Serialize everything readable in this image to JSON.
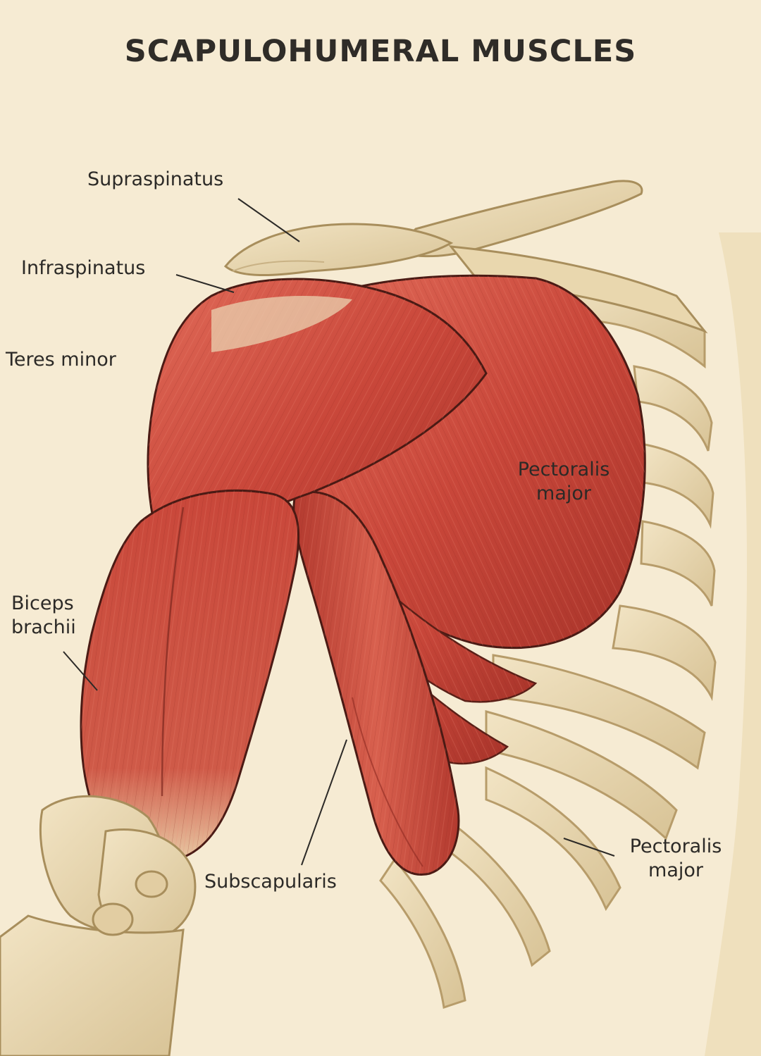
{
  "title": "SCAPULOHUMERAL MUSCLES",
  "labels": {
    "supraspinatus": "Supraspinatus",
    "infraspinatus": "Infraspinatus",
    "teres_minor": "Teres minor",
    "biceps_line1": "Biceps",
    "biceps_line2": "brachii",
    "pectoralis_inner_line1": "Pectoralis",
    "pectoralis_inner_line2": "major",
    "subscapularis": "Subscapularis",
    "pectoralis_outer_line1": "Pectoralis",
    "pectoralis_outer_line2": "major"
  },
  "colors": {
    "background": "#f6ebd3",
    "muscle": "#c9473a",
    "muscle_dark": "#9c2e25",
    "muscle_light": "#e0705e",
    "bone": "#ead9b4",
    "bone_shadow": "#c9b285",
    "text": "#2c2a27"
  }
}
